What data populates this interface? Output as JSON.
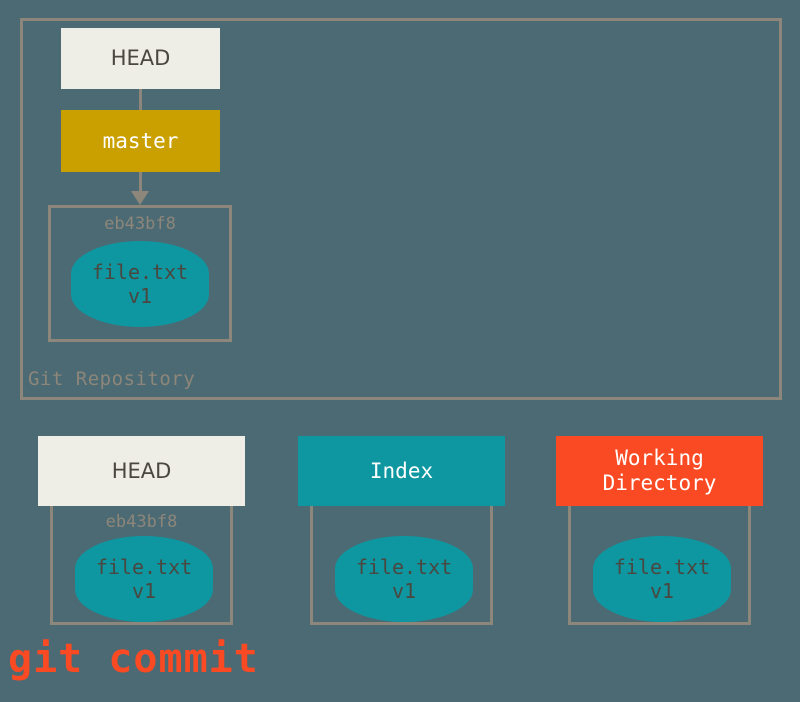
{
  "diagram": {
    "title": "git commit",
    "command_label": "git commit",
    "repository": {
      "label": "Git Repository",
      "head_box_label": "HEAD",
      "branch_box_label": "master",
      "commit": {
        "hash": "eb43bf8",
        "file_name": "file.txt",
        "file_version": "v1"
      }
    },
    "areas": [
      {
        "key": "head",
        "label": "HEAD",
        "hash": "eb43bf8",
        "file_name": "file.txt",
        "file_version": "v1"
      },
      {
        "key": "index",
        "label": "Index",
        "hash": "",
        "file_name": "file.txt",
        "file_version": "v1"
      },
      {
        "key": "working-directory",
        "label": "Working\nDirectory",
        "label_line1": "Working",
        "label_line2": "Directory",
        "hash": "",
        "file_name": "file.txt",
        "file_version": "v1"
      }
    ],
    "colors": {
      "background": "#4b6a73",
      "frame": "#8d867a",
      "head_box": "#eeede6",
      "branch_box": "#caa000",
      "index_box": "#0e97a0",
      "working_directory_box": "#f94a23",
      "blob": "#0e97a0",
      "command_text": "#f94a23"
    }
  }
}
